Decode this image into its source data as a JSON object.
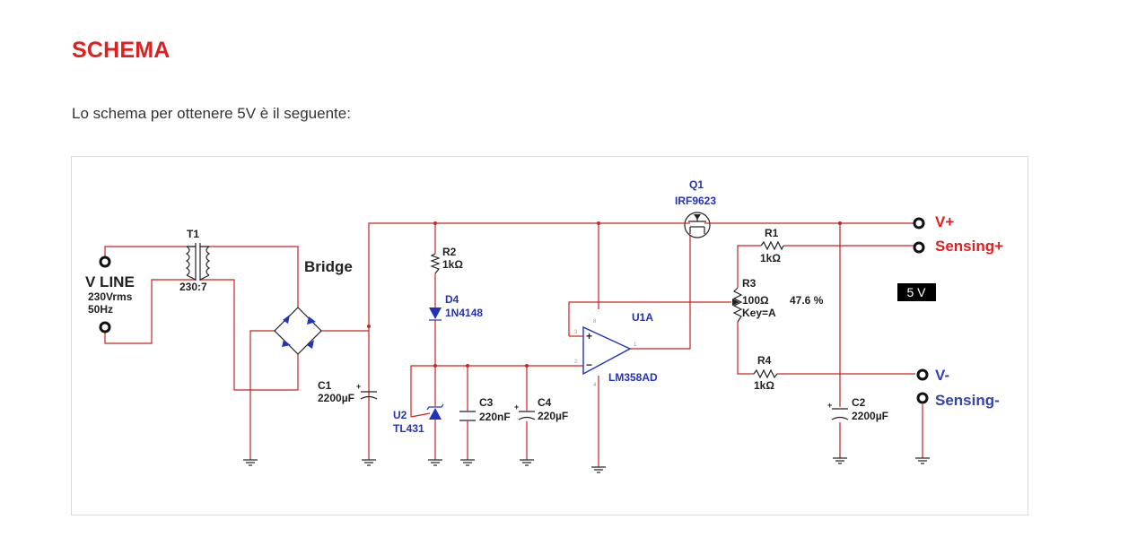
{
  "page": {
    "title": "SCHEMA",
    "intro": "Lo schema per ottenere 5V è il seguente:"
  },
  "schematic": {
    "input": {
      "label": "V LINE",
      "voltage": "230Vrms",
      "frequency": "50Hz"
    },
    "transformer": {
      "ref": "T1",
      "ratio": "230:7"
    },
    "bridge": {
      "label": "Bridge"
    },
    "components": {
      "c1": {
        "ref": "C1",
        "value": "2200µF"
      },
      "r2": {
        "ref": "R2",
        "value": "1kΩ"
      },
      "d4": {
        "ref": "D4",
        "value": "1N4148"
      },
      "u2": {
        "ref": "U2",
        "value": "TL431"
      },
      "c3": {
        "ref": "C3",
        "value": "220nF"
      },
      "c4": {
        "ref": "C4",
        "value": "220µF"
      },
      "q1": {
        "ref": "Q1",
        "value": "IRF9623"
      },
      "u1": {
        "ref": "U1A",
        "value": "LM358AD"
      },
      "r1": {
        "ref": "R1",
        "value": "1kΩ"
      },
      "r3": {
        "ref": "R3",
        "value": "100Ω",
        "key": "Key=A",
        "setting": "47.6 %"
      },
      "r4": {
        "ref": "R4",
        "value": "1kΩ"
      },
      "c2": {
        "ref": "C2",
        "value": "2200µF"
      }
    },
    "opamp_pins": {
      "plus": "+",
      "minus": "−",
      "out": "1",
      "in_plus": "3",
      "in_minus": "2",
      "vcc": "8",
      "gnd": "4"
    },
    "outputs": {
      "vplus": "V+",
      "sense_plus": "Sensing+",
      "vminus": "V-",
      "sense_minus": "Sensing-"
    },
    "readout": "5 V",
    "colors": {
      "wire": "#cc2222",
      "component": "#222222",
      "part_label": "#2233bb",
      "output_positive": "#e02020",
      "output_negative": "#3344aa"
    }
  }
}
